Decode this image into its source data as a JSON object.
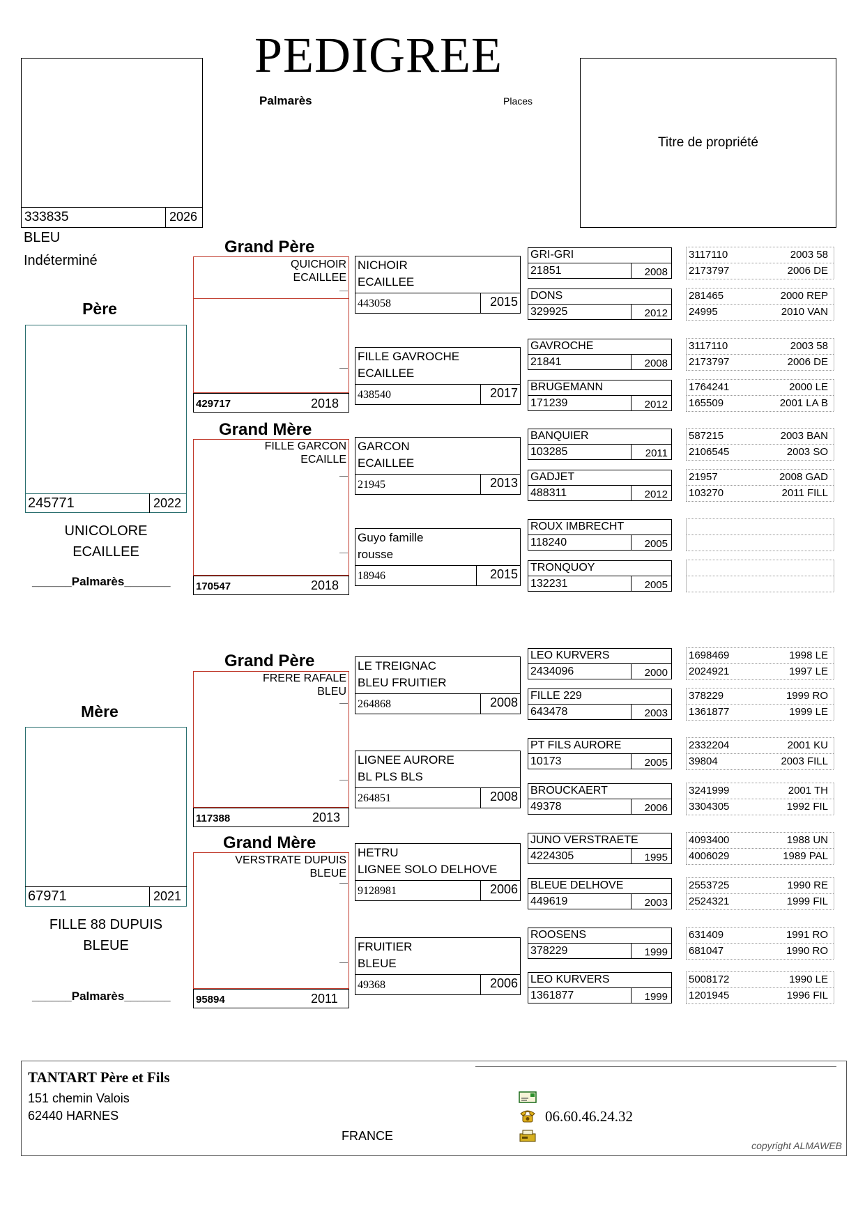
{
  "title": "PEDIGREE",
  "palmares_label": "Palmarès",
  "places_label": "Places",
  "ownership_label": "Titre de propriété",
  "bird": {
    "ring": "333835",
    "year": "2026",
    "color": "BLEU",
    "sex": "Indéterminé"
  },
  "pere": {
    "heading": "Père",
    "ring": "245771",
    "year": "2022",
    "color_line1": "UNICOLORE",
    "color_line2": "ECAILLEE",
    "palmares": "______Palmarès_______",
    "grand_pere": {
      "heading": "Grand Père",
      "name1": "QUICHOIR",
      "name2": "ECAILLEE",
      "ring": "429717",
      "year": "2018"
    },
    "grand_mere": {
      "heading": "Grand Mère",
      "name1": "FILLE GARCON",
      "name2": "ECAILLE",
      "ring": "170547",
      "year": "2018"
    }
  },
  "mere": {
    "heading": "Mère",
    "ring": "67971",
    "year": "2021",
    "color_line1": "FILLE 88 DUPUIS",
    "color_line2": "BLEUE",
    "palmares": "______Palmarès_______",
    "grand_pere": {
      "heading": "Grand Père",
      "name1": "FRERE RAFALE",
      "name2": "BLEU",
      "ring": "117388",
      "year": "2013"
    },
    "grand_mere": {
      "heading": "Grand Mère",
      "name1": "VERSTRATE DUPUIS",
      "name2": "BLEUE",
      "ring": "95894",
      "year": "2011"
    }
  },
  "gen3": [
    {
      "line1": "NICHOIR",
      "line2": "ECAILLEE",
      "ring": "443058",
      "year": "2015"
    },
    {
      "line1": "FILLE GAVROCHE",
      "line2": "ECAILLEE",
      "ring": "438540",
      "year": "2017"
    },
    {
      "line1": "GARCON",
      "line2": "ECAILLEE",
      "ring": "21945",
      "year": "2013"
    },
    {
      "line1": "Guyo famille",
      "line2": "rousse",
      "ring": "18946",
      "year": "2015"
    },
    {
      "line1": "LE TREIGNAC",
      "line2": "BLEU FRUITIER",
      "ring": "264868",
      "year": "2008"
    },
    {
      "line1": "LIGNEE AURORE",
      "line2": "BL PLS BLS",
      "ring": "264851",
      "year": "2008"
    },
    {
      "line1": "HETRU",
      "line2": "LIGNEE SOLO DELHOVE",
      "ring": "9128981",
      "year": "2006"
    },
    {
      "line1": "FRUITIER",
      "line2": "BLEUE",
      "ring": "49368",
      "year": "2006"
    }
  ],
  "gen4": [
    {
      "name": "GRI-GRI",
      "ring": "21851",
      "year": "2008"
    },
    {
      "name": "DONS",
      "ring": "329925",
      "year": "2012"
    },
    {
      "name": "GAVROCHE",
      "ring": "21841",
      "year": "2008"
    },
    {
      "name": "BRUGEMANN",
      "ring": "171239",
      "year": "2012"
    },
    {
      "name": "BANQUIER",
      "ring": "103285",
      "year": "2011"
    },
    {
      "name": "GADJET",
      "ring": "488311",
      "year": "2012"
    },
    {
      "name": "ROUX IMBRECHT",
      "ring": "118240",
      "year": "2005"
    },
    {
      "name": "TRONQUOY",
      "ring": "132231",
      "year": "2005"
    },
    {
      "name": "LEO KURVERS",
      "ring": "2434096",
      "year": "2000"
    },
    {
      "name": "FILLE 229",
      "ring": "643478",
      "year": "2003"
    },
    {
      "name": "PT FILS AURORE",
      "ring": "10173",
      "year": "2005"
    },
    {
      "name": "BROUCKAERT",
      "ring": "49378",
      "year": "2006"
    },
    {
      "name": "JUNO VERSTRAETE",
      "ring": "4224305",
      "year": "1995"
    },
    {
      "name": "BLEUE DELHOVE",
      "ring": "449619",
      "year": "2003"
    },
    {
      "name": "ROOSENS",
      "ring": "378229",
      "year": "1999"
    },
    {
      "name": "LEO KURVERS",
      "ring": "1361877",
      "year": "1999"
    }
  ],
  "gen5": [
    [
      {
        "ring": "3117110",
        "info": "2003 58"
      },
      {
        "ring": "2173797",
        "info": "2006 DE"
      }
    ],
    [
      {
        "ring": "281465",
        "info": "2000 REP"
      },
      {
        "ring": "24995",
        "info": "2010 VAN"
      }
    ],
    [
      {
        "ring": "3117110",
        "info": "2003 58"
      },
      {
        "ring": "2173797",
        "info": "2006 DE"
      }
    ],
    [
      {
        "ring": "1764241",
        "info": "2000 LE"
      },
      {
        "ring": "165509",
        "info": "2001 LA B"
      }
    ],
    [
      {
        "ring": "587215",
        "info": "2003 BAN"
      },
      {
        "ring": "2106545",
        "info": "2003 SO"
      }
    ],
    [
      {
        "ring": "21957",
        "info": "2008 GAD"
      },
      {
        "ring": "103270",
        "info": "2011 FILL"
      }
    ],
    [
      {
        "ring": "",
        "info": ""
      },
      {
        "ring": "",
        "info": ""
      }
    ],
    [
      {
        "ring": "",
        "info": ""
      },
      {
        "ring": "",
        "info": ""
      }
    ],
    [
      {
        "ring": "1698469",
        "info": "1998 LE"
      },
      {
        "ring": "2024921",
        "info": "1997 LE"
      }
    ],
    [
      {
        "ring": "378229",
        "info": "1999 RO"
      },
      {
        "ring": "1361877",
        "info": "1999 LE"
      }
    ],
    [
      {
        "ring": "2332204",
        "info": "2001 KU"
      },
      {
        "ring": "39804",
        "info": "2003 FILL"
      }
    ],
    [
      {
        "ring": "3241999",
        "info": "2001 TH"
      },
      {
        "ring": "3304305",
        "info": "1992 FIL"
      }
    ],
    [
      {
        "ring": "4093400",
        "info": "1988 UN"
      },
      {
        "ring": "4006029",
        "info": "1989 PAL"
      }
    ],
    [
      {
        "ring": "2553725",
        "info": "1990 RE"
      },
      {
        "ring": "2524321",
        "info": "1999 FIL"
      }
    ],
    [
      {
        "ring": "631409",
        "info": "1991 RO"
      },
      {
        "ring": "681047",
        "info": "1990 RO"
      }
    ],
    [
      {
        "ring": "5008172",
        "info": "1990 LE"
      },
      {
        "ring": "1201945",
        "info": "1996 FIL"
      }
    ]
  ],
  "footer": {
    "owner": "TANTART Père et Fils",
    "address1": "151 chemin Valois",
    "address2": "62440 HARNES",
    "country": "FRANCE",
    "phone": "06.60.46.24.32",
    "copyright": "copyright ALMAWEB",
    "icons": [
      "email-icon",
      "phone-icon",
      "fax-icon"
    ]
  }
}
